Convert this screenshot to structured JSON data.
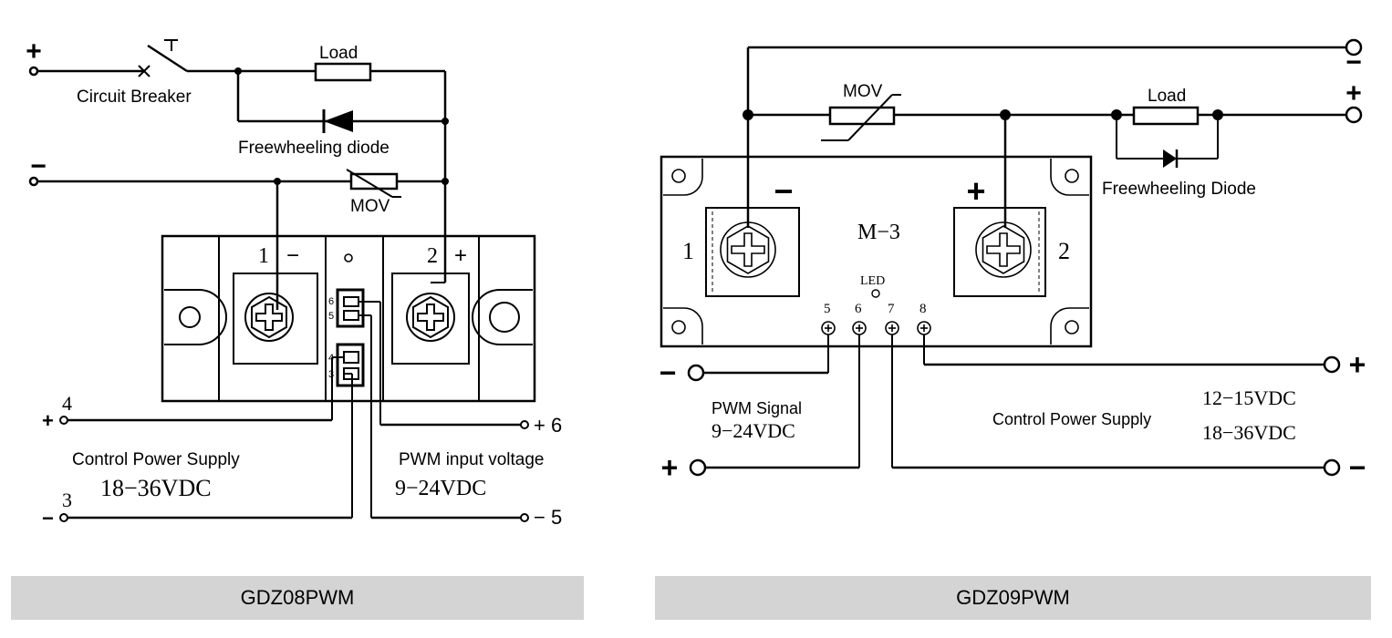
{
  "left": {
    "caption": "GDZ08PWM",
    "pos_sign": "+",
    "neg_sign": "−",
    "circuit_breaker": "Circuit Breaker",
    "load": "Load",
    "freewheeling": "Freewheeling diode",
    "mov": "MOV",
    "t1": "1",
    "t1_sign": "−",
    "t2": "2",
    "t2_sign": "+",
    "p6": "6",
    "p5": "5",
    "p4": "4",
    "p3": "3",
    "n4": "4",
    "n4_sign": "+",
    "n3": "3",
    "n3_sign": "−",
    "n6": "+ 6",
    "n5": "− 5",
    "ctrl_label": "Control Power Supply",
    "ctrl_volt": "18−36VDC",
    "pwm_label": "PWM input voltage",
    "pwm_volt": "9−24VDC"
  },
  "right": {
    "caption": "GDZ09PWM",
    "top_sign": "−",
    "plus_sign": "+",
    "mov": "MOV",
    "load": "Load",
    "freewheeling": "Freewheeling Diode",
    "t1": "1",
    "t2": "2",
    "t_minus": "−",
    "t_plus": "+",
    "model": "M−3",
    "led": "LED",
    "p5": "5",
    "p6": "6",
    "p7": "7",
    "p8": "8",
    "pwm_minus": "−",
    "pwm_plus": "+",
    "pwm_label": "PWM Signal",
    "pwm_volt": "9−24VDC",
    "ctrl_label": "Control Power Supply",
    "ctrl_v1": "12−15VDC",
    "ctrl_v2": "18−36VDC",
    "ctrl_plus": "+",
    "ctrl_minus": "−"
  }
}
